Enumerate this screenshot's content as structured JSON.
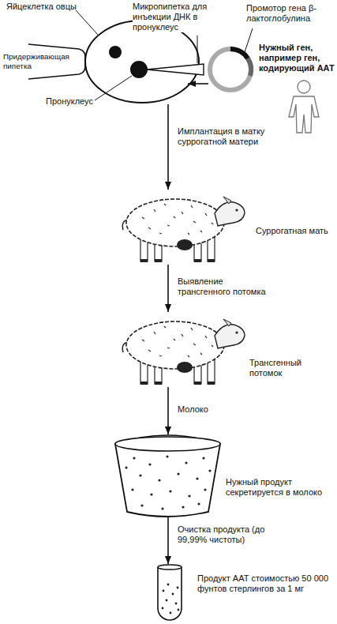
{
  "diagram": {
    "nodes": [
      {
        "text": [
          "Яйцеклетка овцы"
        ]
      },
      {
        "text": [
          "Промотор гена β-лактоглобулина",
          "Нужный ген, например ген, кодирующий ААТ"
        ]
      },
      {
        "text": [
          "Суррогатная мать"
        ]
      },
      {
        "text": [
          "Трансгенный потомок"
        ]
      },
      {
        "text": [
          "Нужный продукт секретируется в молоко"
        ]
      },
      {
        "text": [
          "Продукт ААТ стоимостью 50 000 фунтов стерлингов за 1 мг"
        ]
      }
    ],
    "edges": [
      {
        "from": 1,
        "to": 0,
        "arrow": "to"
      },
      {
        "from": 0,
        "to": 2,
        "label": "Имплантация в матку суррогатной матери",
        "arrow": "to"
      },
      {
        "from": 2,
        "to": 3,
        "label": "Выявление трансгенного потомка",
        "arrow": "to"
      },
      {
        "from": 3,
        "to": 4,
        "label": "Молоко",
        "arrow": "to"
      },
      {
        "from": 4,
        "to": 5,
        "label": "Очистка продукта (до 99,99% чистоты)",
        "arrow": "to"
      }
    ],
    "labels": [
      "Микропипетка для инъекции ДНК в пронуклеус",
      "Придерживающая пипетка",
      "Пронуклеус"
    ]
  }
}
